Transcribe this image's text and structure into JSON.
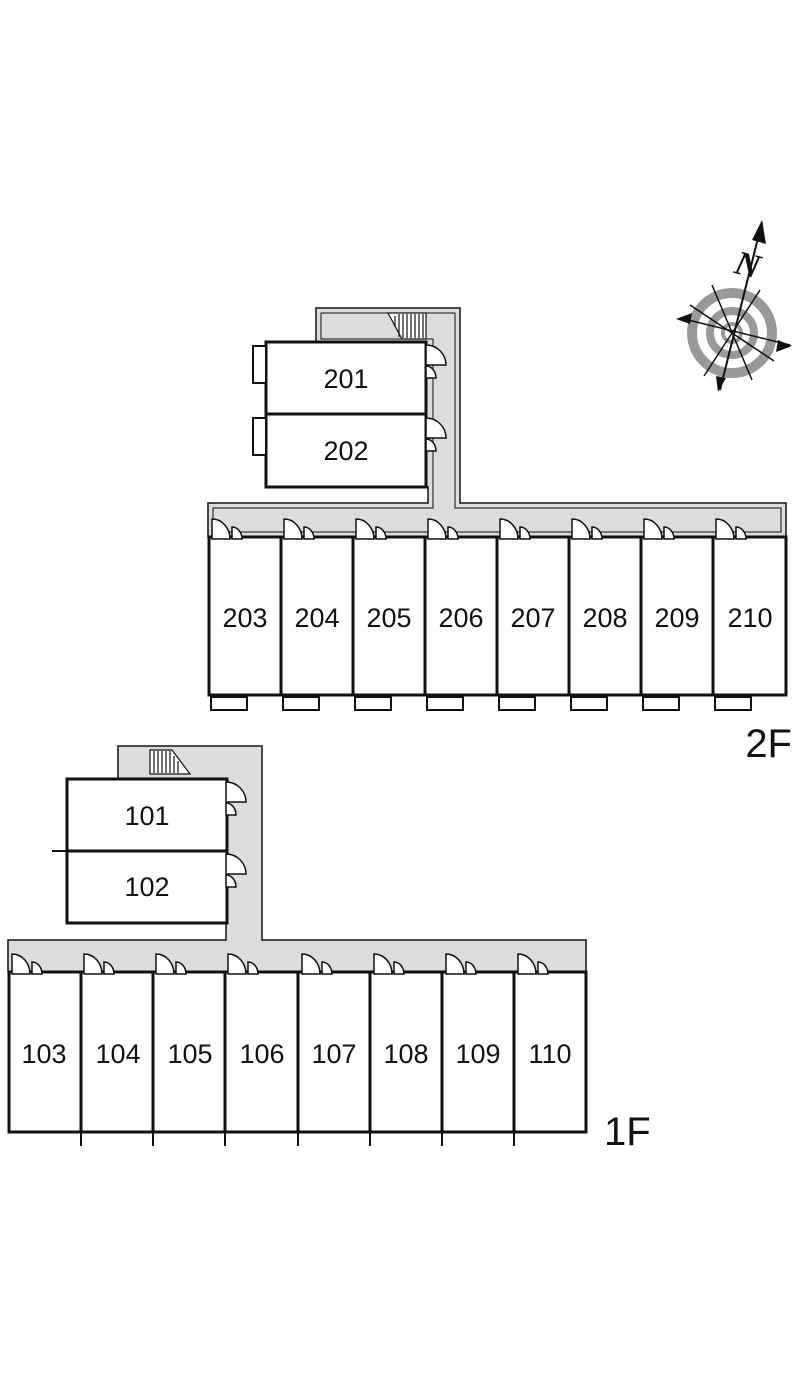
{
  "compass": {
    "north_label": "N",
    "icon": "compass-rose-icon"
  },
  "floors": [
    {
      "id": "2f",
      "label": "2F",
      "units": [
        "201",
        "202",
        "203",
        "204",
        "205",
        "206",
        "207",
        "208",
        "209",
        "210"
      ]
    },
    {
      "id": "1f",
      "label": "1F",
      "units": [
        "101",
        "102",
        "103",
        "104",
        "105",
        "106",
        "107",
        "108",
        "109",
        "110"
      ]
    }
  ],
  "colors": {
    "corridor": "#dcdcdc",
    "line": "#111111",
    "compass_gray": "#999999"
  }
}
